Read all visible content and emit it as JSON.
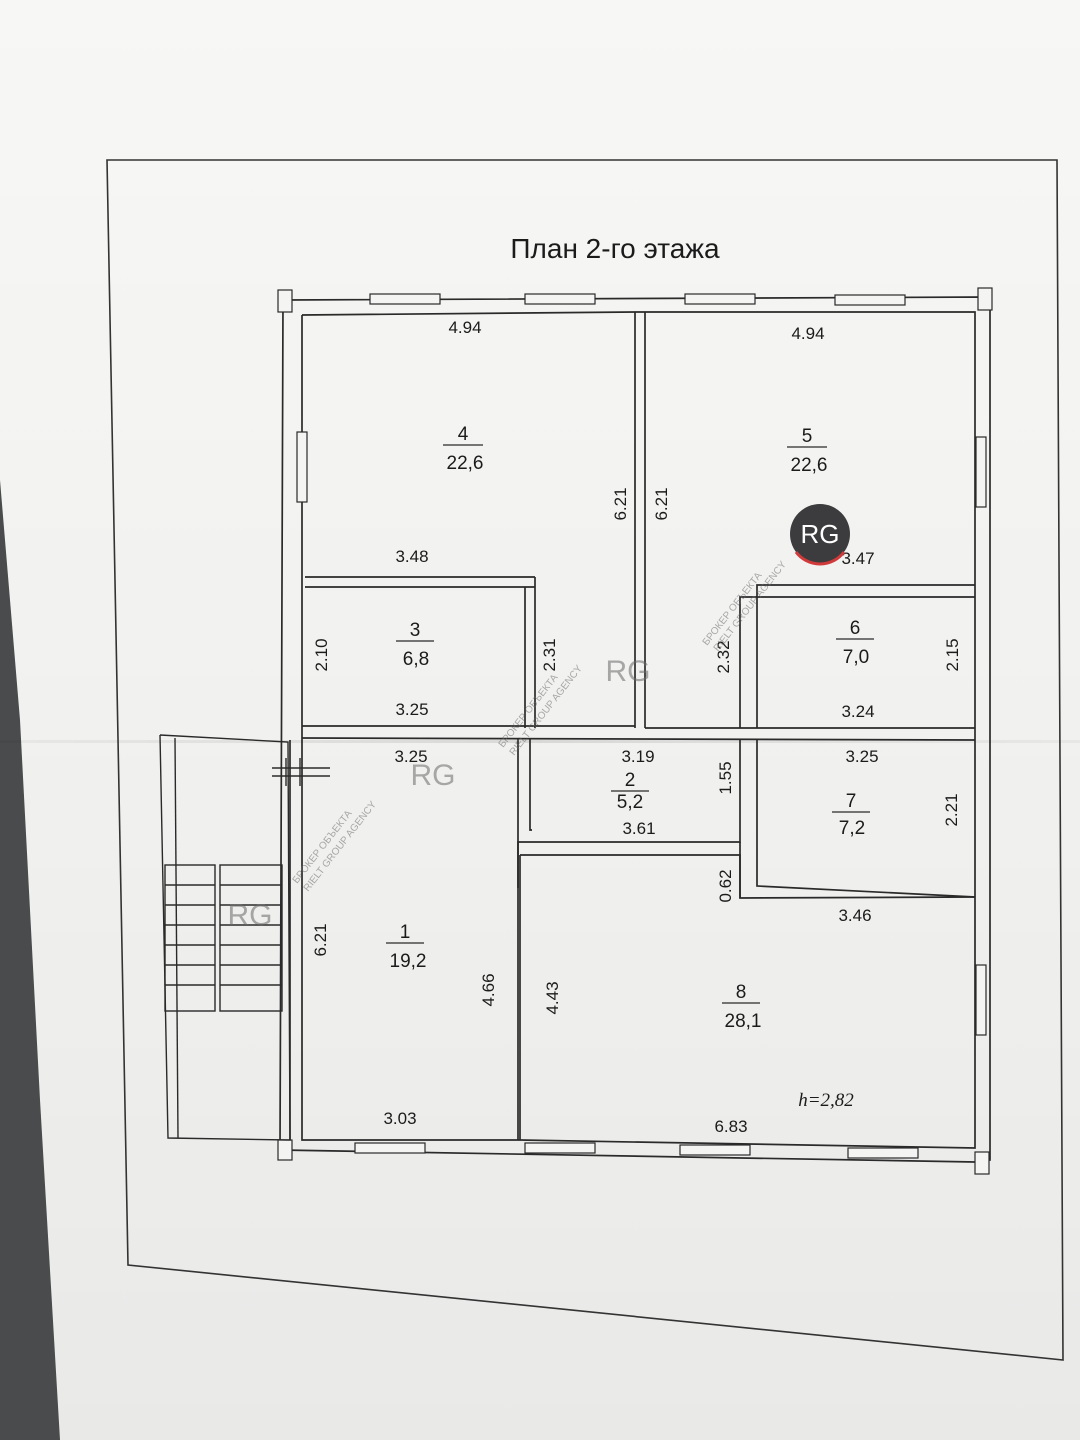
{
  "title": "План 2-го этажа",
  "ceiling_height": "h=2,82",
  "rooms": [
    {
      "number": "1",
      "area": "19,2"
    },
    {
      "number": "2",
      "area": "5,2"
    },
    {
      "number": "3",
      "area": "6,8"
    },
    {
      "number": "4",
      "area": "22,6"
    },
    {
      "number": "5",
      "area": "22,6"
    },
    {
      "number": "6",
      "area": "7,0"
    },
    {
      "number": "7",
      "area": "7,2"
    },
    {
      "number": "8",
      "area": "28,1"
    }
  ],
  "dimensions": {
    "r4_top": "4.94",
    "r4_side": "6.21",
    "r4_bottom": "3.48",
    "r5_top": "4.94",
    "r5_side": "6.21",
    "r5_bottom": "3.47",
    "r3_left": "2.10",
    "r3_right": "2.31",
    "r3_bottom": "3.25",
    "r6_left": "2.32",
    "r6_right": "2.15",
    "r6_bottom": "3.24",
    "r1_top": "3.25",
    "r1_left": "6.21",
    "r1_right": "4.66",
    "r1_bottom": "3.03",
    "r2_top": "3.19",
    "r2_right": "1.55",
    "r2_bottom": "3.61",
    "r7_top": "3.25",
    "r7_right": "2.21",
    "r8_notch": "0.62",
    "r8_top": "3.46",
    "r8_left": "4.43",
    "r8_bottom": "6.83"
  },
  "watermark": {
    "logo": "RG",
    "agency": "RIELT GROUP AGENCY",
    "broker": "БРОКЕР ОБЪЕКТА"
  },
  "colors": {
    "line": "#2a2a2a",
    "paper": "#f4f4f2",
    "background": "#4a4b4d",
    "logo_bg": "#3c3c3e",
    "logo_accent": "#d13a3a"
  }
}
